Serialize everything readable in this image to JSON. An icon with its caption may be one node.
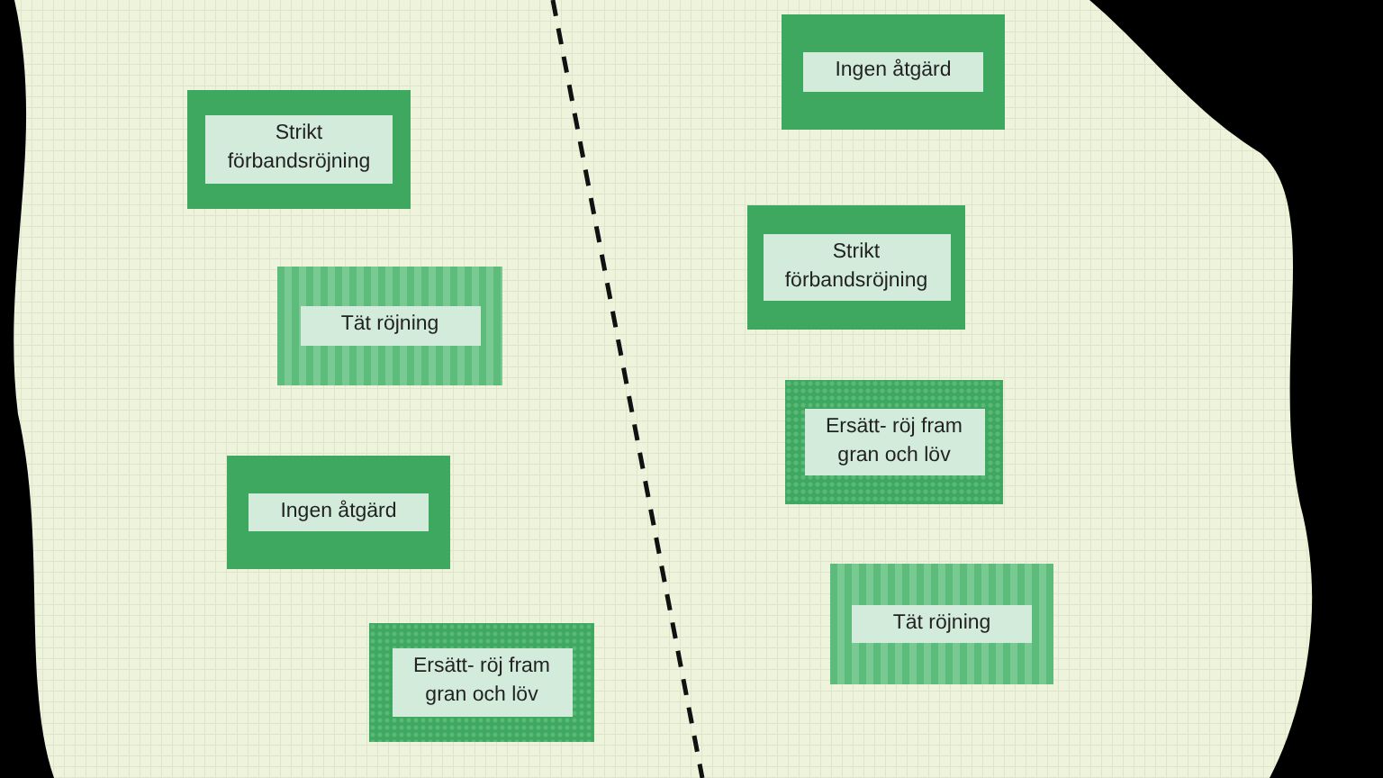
{
  "diagram": {
    "nodes": [
      {
        "text": [
          "Strikt förbandsröjning"
        ]
      },
      {
        "text": [
          "Tät röjning"
        ]
      },
      {
        "text": [
          "Ingen åtgärd"
        ]
      },
      {
        "text": [
          "Ersätt- röj fram gran och löv"
        ]
      },
      {
        "text": [
          "Ingen åtgärd"
        ]
      },
      {
        "text": [
          "Strikt förbandsröjning"
        ]
      },
      {
        "text": [
          "Ersätt- röj fram gran och löv"
        ]
      },
      {
        "text": [
          "Tät röjning"
        ]
      }
    ]
  }
}
